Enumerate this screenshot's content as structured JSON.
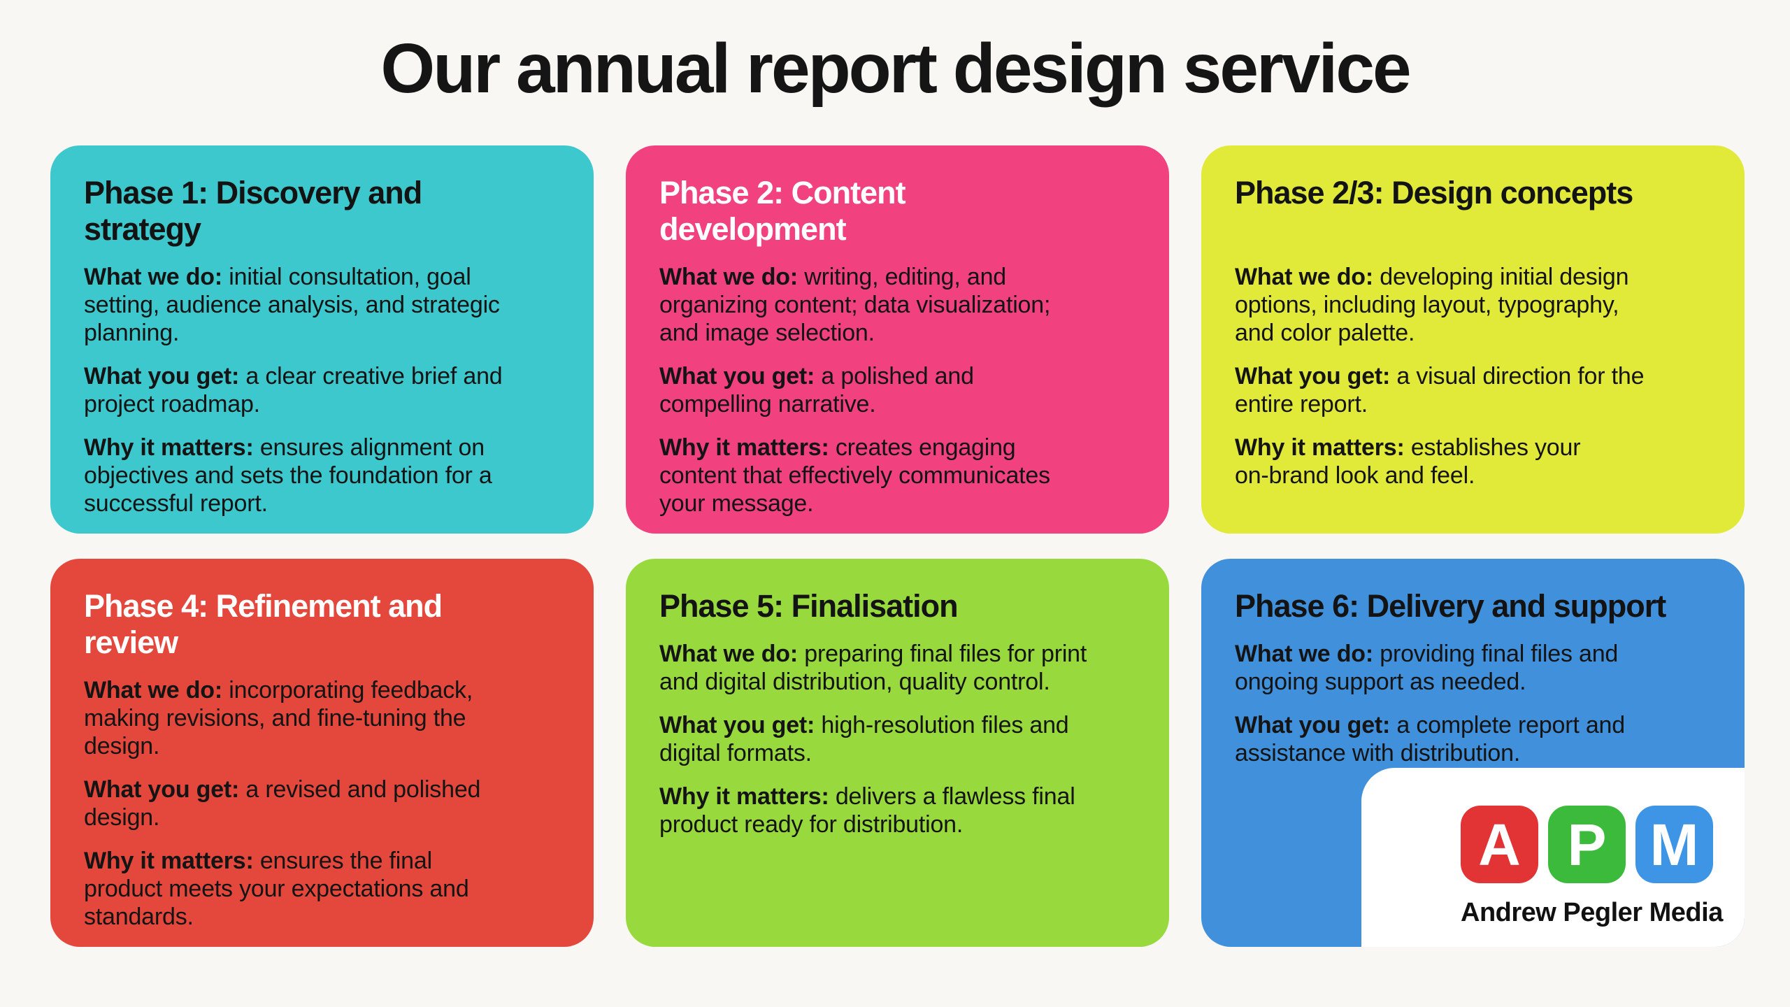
{
  "page": {
    "bg": "#F8F7F4",
    "title": "Our annual report design service",
    "title_color": "#151515"
  },
  "labels": {
    "what_we_do": "What we do:",
    "what_you_get": "What you get:",
    "why_it_matters": "Why it matters:"
  },
  "cards": [
    {
      "heading": "Phase 1: Discovery and\nstrategy",
      "bg": "#3DC8CD",
      "heading_color": "#131313",
      "what_we_do": "initial consultation, goal\nsetting, audience analysis, and strategic\nplanning.",
      "what_you_get": "a clear creative brief and\nproject roadmap.",
      "why_it_matters": "ensures alignment on\nobjectives and sets the foundation for a\nsuccessful report."
    },
    {
      "heading": "Phase 2: Content\ndevelopment",
      "bg": "#F2417F",
      "heading_color": "#FFFFFF",
      "what_we_do": "writing, editing, and\norganizing content; data visualization;\nand image selection.",
      "what_you_get": "a polished and\ncompelling narrative.",
      "why_it_matters": "creates engaging\ncontent that effectively communicates\nyour message."
    },
    {
      "heading": "Phase 2/3: Design concepts",
      "bg": "#E2EA39",
      "heading_color": "#131313",
      "what_we_do": "developing initial design\noptions, including layout, typography,\nand color palette.",
      "what_you_get": "a visual direction for the\nentire report.",
      "why_it_matters": "establishes your\non-brand look and feel."
    },
    {
      "heading": "Phase 4: Refinement and\nreview",
      "bg": "#E4483C",
      "heading_color": "#FFFFFF",
      "what_we_do": "incorporating feedback,\nmaking revisions, and fine-tuning the\ndesign.",
      "what_you_get": "a revised and polished\ndesign.",
      "why_it_matters": "ensures the final\nproduct meets your expectations and\nstandards."
    },
    {
      "heading": "Phase 5: Finalisation",
      "bg": "#98D93E",
      "heading_color": "#131313",
      "what_we_do": "preparing final files for print\nand digital distribution, quality control.",
      "what_you_get": "high-resolution files and\ndigital formats.",
      "why_it_matters": "delivers a flawless final\nproduct ready for distribution."
    },
    {
      "heading": "Phase 6: Delivery and support",
      "bg": "#4090DC",
      "heading_color": "#131313",
      "what_we_do": "providing final files and\nongoing support as needed.",
      "what_you_get": "a complete report and\nassistance with distribution."
    }
  ],
  "logo": {
    "bg": "#FFFFFF",
    "tiles": [
      {
        "letter": "A",
        "color": "#E23434"
      },
      {
        "letter": "P",
        "color": "#3CBA3C"
      },
      {
        "letter": "M",
        "color": "#3E95E6"
      }
    ],
    "name": "Andrew Pegler Media",
    "text_color": "#111111"
  }
}
